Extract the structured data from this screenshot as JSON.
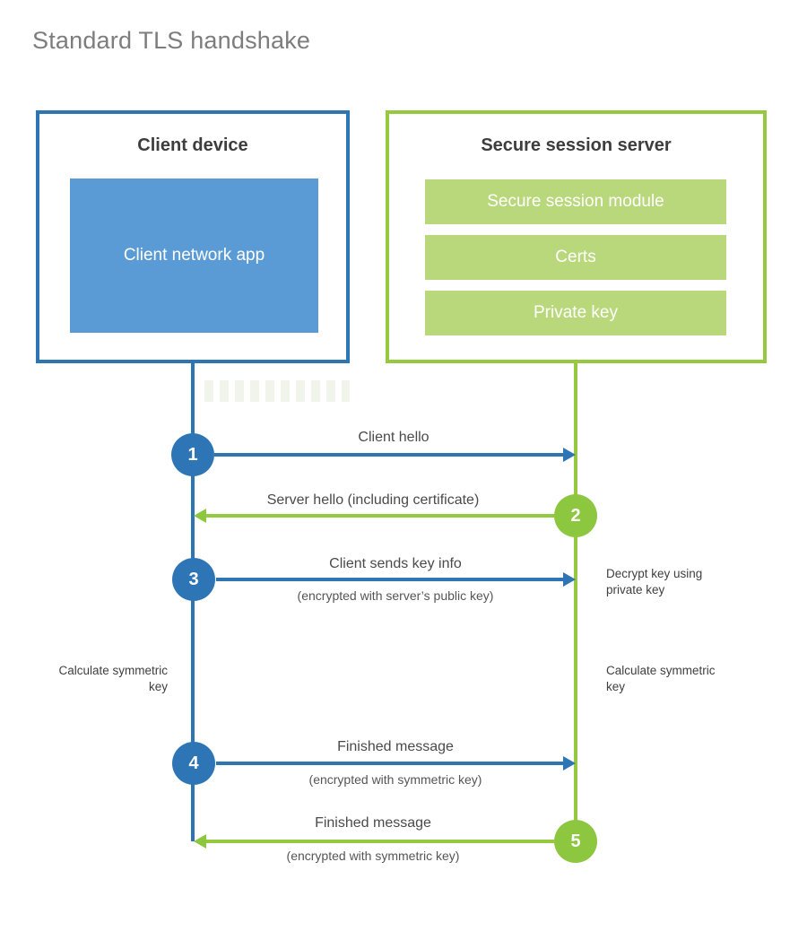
{
  "title": "Standard TLS handshake",
  "colors": {
    "blue_stroke": "#2e75b6",
    "blue_fill": "#5b9bd5",
    "green_stroke": "#8dc63f",
    "green_fill": "#b9d87b",
    "heading_text": "#3d3d3d",
    "label_text": "#4a4a4a",
    "title_text": "#7d7d7d"
  },
  "client": {
    "heading": "Client device",
    "app_label": "Client network app"
  },
  "server": {
    "heading": "Secure session server",
    "modules": [
      "Secure session module",
      "Certs",
      "Private key"
    ]
  },
  "steps": [
    {
      "number": "1",
      "label": "Client hello",
      "note": "",
      "direction": "right",
      "color": "blue"
    },
    {
      "number": "2",
      "label": "Server hello (including certificate)",
      "note": "",
      "direction": "left",
      "color": "green"
    },
    {
      "number": "3",
      "label": "Client sends key info",
      "note": "(encrypted with server’s public key)",
      "direction": "right",
      "color": "blue"
    },
    {
      "number": "4",
      "label": "Finished message",
      "note": "(encrypted with symmetric key)",
      "direction": "right",
      "color": "blue"
    },
    {
      "number": "5",
      "label": "Finished message",
      "note": "(encrypted with symmetric key)",
      "direction": "left",
      "color": "green"
    }
  ],
  "annotations": {
    "decrypt": "Decrypt key using private key",
    "calc_left": "Calculate symmetric key",
    "calc_right": "Calculate symmetric key"
  }
}
